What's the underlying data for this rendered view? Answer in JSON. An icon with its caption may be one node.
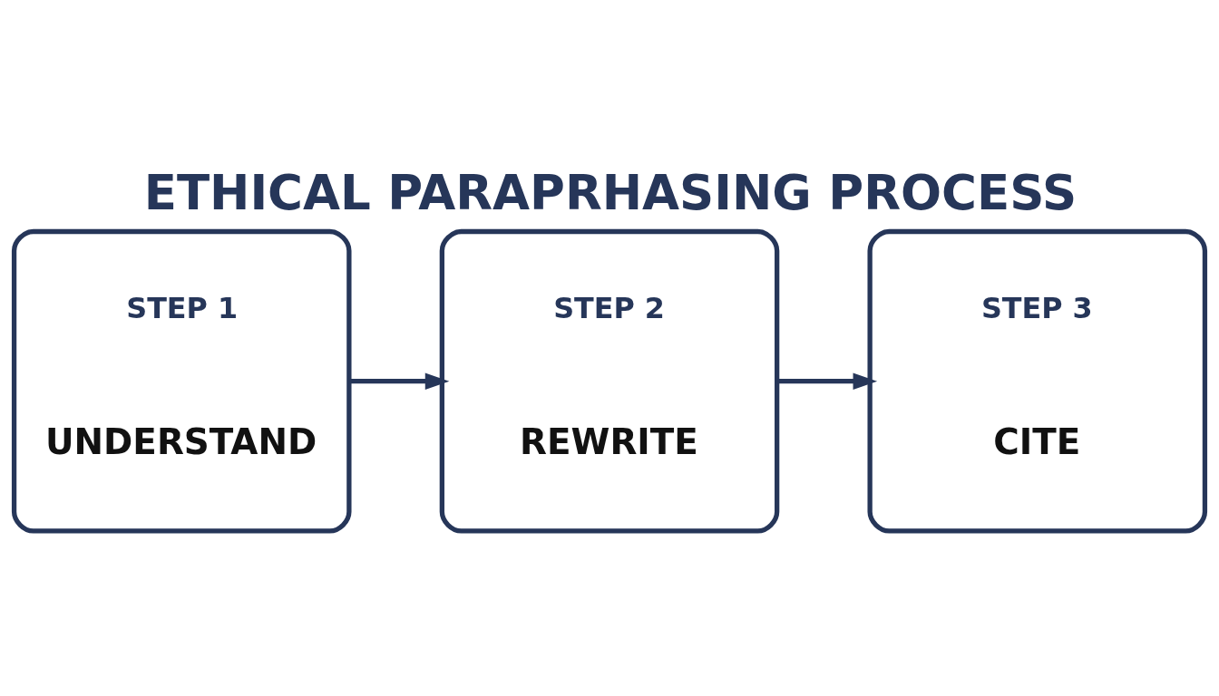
{
  "diagram": {
    "title": "ETHICAL PARAPRHASING PROCESS",
    "nodes": [
      {
        "text": [
          "STEP 1",
          "UNDERSTAND"
        ]
      },
      {
        "text": [
          "STEP 2",
          "REWRITE"
        ]
      },
      {
        "text": [
          "STEP 3",
          "CITE"
        ]
      }
    ],
    "edges": [
      {
        "from": 0,
        "to": 1,
        "arrow": "to"
      },
      {
        "from": 1,
        "to": 2,
        "arrow": "to"
      }
    ]
  }
}
